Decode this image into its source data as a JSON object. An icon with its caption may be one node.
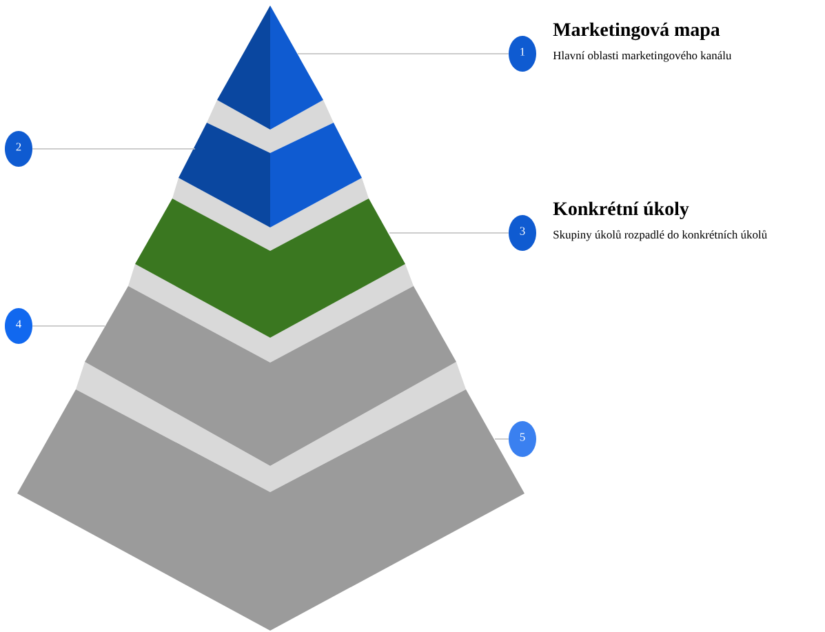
{
  "diagram": {
    "nodes": [
      {
        "text": [],
        "shape": "triangle"
      },
      {
        "text": [],
        "shape": "trapezoid"
      },
      {
        "text": [],
        "shape": "trapezoid"
      },
      {
        "text": [],
        "shape": "trapezoid"
      },
      {
        "text": [],
        "shape": "trapezoid"
      },
      {
        "text": [
          "1"
        ],
        "beside": [
          "Marketingová mapa",
          "Hlavní oblasti marketingového kanálu"
        ]
      },
      {
        "text": [
          "2"
        ]
      },
      {
        "text": [
          "3"
        ],
        "beside": [
          "Konkrétní úkoly",
          "Skupiny úkolů rozpadlé do konkrétních úkolů"
        ]
      },
      {
        "text": [
          "4"
        ]
      },
      {
        "text": [
          "5"
        ]
      }
    ],
    "edges": [
      {
        "from": 5,
        "to": 0,
        "arrow": "none"
      },
      {
        "from": 6,
        "to": 1,
        "arrow": "none"
      },
      {
        "from": 7,
        "to": 2,
        "arrow": "none"
      },
      {
        "from": 8,
        "to": 3,
        "arrow": "none"
      },
      {
        "from": 9,
        "to": 4,
        "arrow": "none"
      }
    ]
  }
}
